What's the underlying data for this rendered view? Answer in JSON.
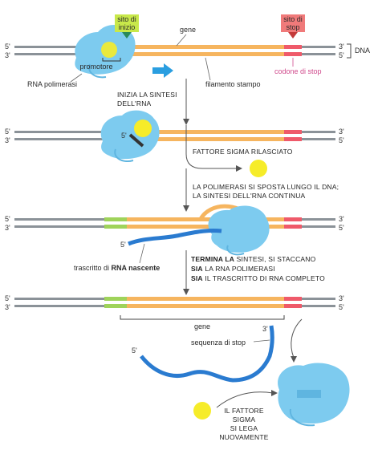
{
  "labels": {
    "start_site": [
      "sito di",
      "inizio"
    ],
    "stop_site": [
      "sito di",
      "stop"
    ],
    "gene_top": "gene",
    "dna": "DNA",
    "promoter": "promotore",
    "rna_polymerase": "RNA polimerasi",
    "template_strand": "filamento stampo",
    "stop_codon": "codone di stop",
    "strand_5": "5'",
    "strand_3": "3'",
    "nascent_transcript_prefix": "trascritto di ",
    "nascent_transcript_bold": "RNA nascente",
    "gene_bottom": "gene",
    "stop_sequence": "sequenza di stop"
  },
  "steps": {
    "s1": [
      "INIZIA LA SINTESI",
      "DELL'RNA"
    ],
    "s2": "FATTORE SIGMA RILASCIATO",
    "s3": [
      "LA POLIMERASI SI SPOSTA LUNGO IL DNA;",
      "LA SINTESI DELL'RNA CONTINUA"
    ],
    "s4_line1_bold": "TERMINA LA",
    "s4_line1_rest": " SINTESI, SI STACCANO",
    "s4_line2_bold": "SIA",
    "s4_line2_rest": " LA RNA POLIMERASI",
    "s4_line3_bold": "SIA",
    "s4_line3_rest": " IL TRASCRITTO DI RNA COMPLETO",
    "s5": [
      "IL FATTORE",
      "SIGMA",
      "SI LEGA",
      "NUOVAMENTE"
    ]
  },
  "colors": {
    "dna_gray": "#8b9298",
    "gene_orange": "#f6b55f",
    "promoter_green": "#9fd35a",
    "stop_red": "#ef5a6a",
    "polymerase_blue": "#7dcbef",
    "sigma_yellow": "#f6ec29",
    "rna_blue": "#2a7bd0",
    "start_box": "#c8e84a",
    "stop_box": "#f07a7a",
    "stop_codon_text": "#d04a8c"
  }
}
